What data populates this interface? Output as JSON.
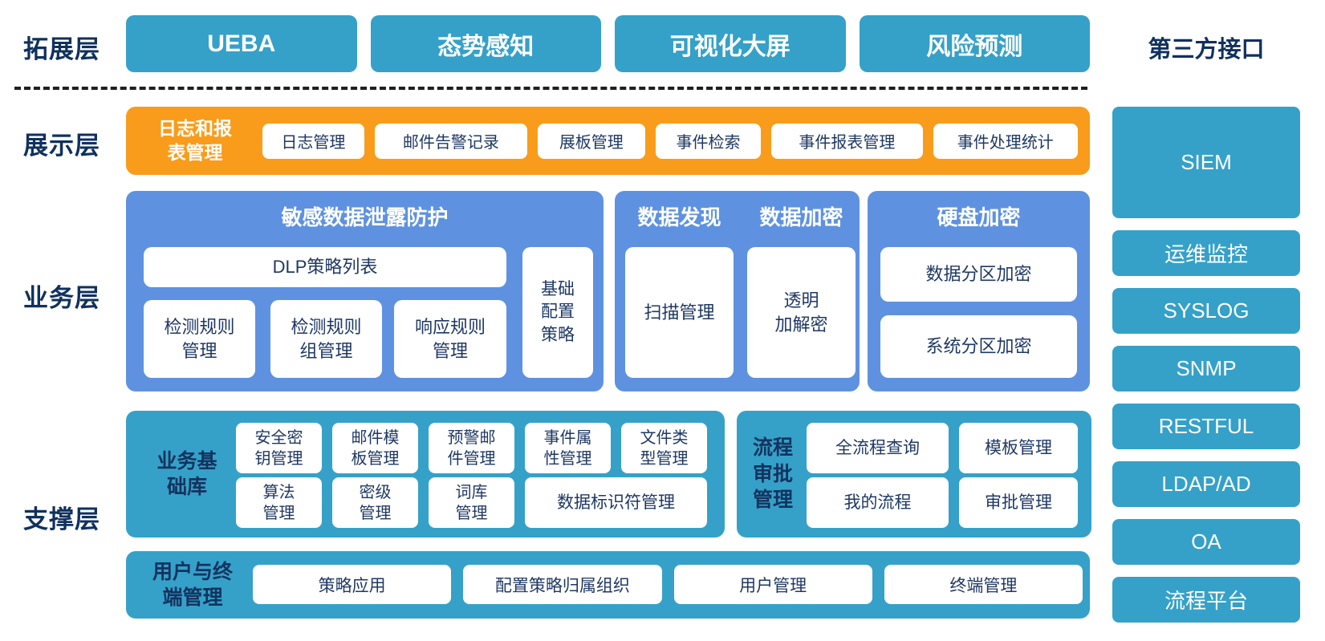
{
  "layers": {
    "extension": "拓展层",
    "display": "展示层",
    "business": "业务层",
    "support": "支撑层"
  },
  "top_row": {
    "items": [
      "UEBA",
      "态势感知",
      "可视化大屏",
      "风险预测"
    ]
  },
  "third_party": {
    "title": "第三方接口",
    "items": [
      "SIEM",
      "运维监控",
      "SYSLOG",
      "SNMP",
      "RESTFUL",
      "LDAP/AD",
      "OA",
      "流程平台"
    ]
  },
  "display_layer": {
    "group_label": "日志和报\n表管理",
    "buttons": [
      "日志管理",
      "邮件告警记录",
      "展板管理",
      "事件检索",
      "事件报表管理",
      "事件处理统计"
    ]
  },
  "business_layer": {
    "dlp": {
      "title": "敏感数据泄露防护",
      "wide_card": "DLP策略列表",
      "cards": [
        "检测规则\n管理",
        "检测规则\n组管理",
        "响应规则\n管理"
      ],
      "tall_card": "基础\n配置\n策略"
    },
    "discovery": {
      "title": "数据发现",
      "card": "扫描管理"
    },
    "encryption": {
      "title": "数据加密",
      "card": "透明\n加解密"
    },
    "disk": {
      "title": "硬盘加密",
      "cards": [
        "数据分区加密",
        "系统分区加密"
      ]
    }
  },
  "support_layer": {
    "base_lib": {
      "label": "业务基\n础库",
      "row1": [
        "安全密\n钥管理",
        "邮件模\n板管理",
        "预警邮\n件管理",
        "事件属\n性管理",
        "文件类\n型管理"
      ],
      "row2": [
        "算法\n管理",
        "密级\n管理",
        "词库\n管理"
      ],
      "row2_wide": "数据标识符管理"
    },
    "workflow": {
      "label": "流程\n审批\n管理",
      "cards": [
        "全流程查询",
        "模板管理",
        "我的流程",
        "审批管理"
      ]
    }
  },
  "user_terminal": {
    "label": "用户与终\n端管理",
    "buttons": [
      "策略应用",
      "配置策略归属组织",
      "用户管理",
      "终端管理"
    ]
  },
  "colors": {
    "teal": "#35A1C8",
    "orange": "#F99C1B",
    "blue": "#5E92E0",
    "navy": "#10315E"
  }
}
